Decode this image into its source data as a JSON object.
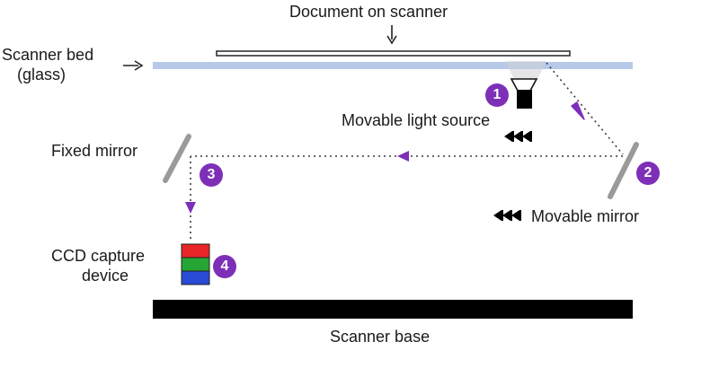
{
  "labels": {
    "document": "Document on scanner",
    "scanner_bed_line1": "Scanner bed",
    "scanner_bed_line2": "(glass)",
    "light_source": "Movable light source",
    "fixed_mirror": "Fixed mirror",
    "movable_mirror": "Movable mirror",
    "ccd_line1": "CCD capture",
    "ccd_line2": "device",
    "scanner_base": "Scanner base"
  },
  "steps": [
    "1",
    "2",
    "3",
    "4"
  ],
  "colors": {
    "accent": "#7d2fb8",
    "glass": "#b7c9e8",
    "base": "#000000",
    "ccd_red": "#e8262a",
    "ccd_green": "#25a634",
    "ccd_blue": "#2a4bd6",
    "mirror": "#9a9a9a",
    "text": "#1a1a1a"
  },
  "icons": {
    "light_motion": "triple-left-chevron",
    "mirror_motion": "triple-left-chevron"
  }
}
